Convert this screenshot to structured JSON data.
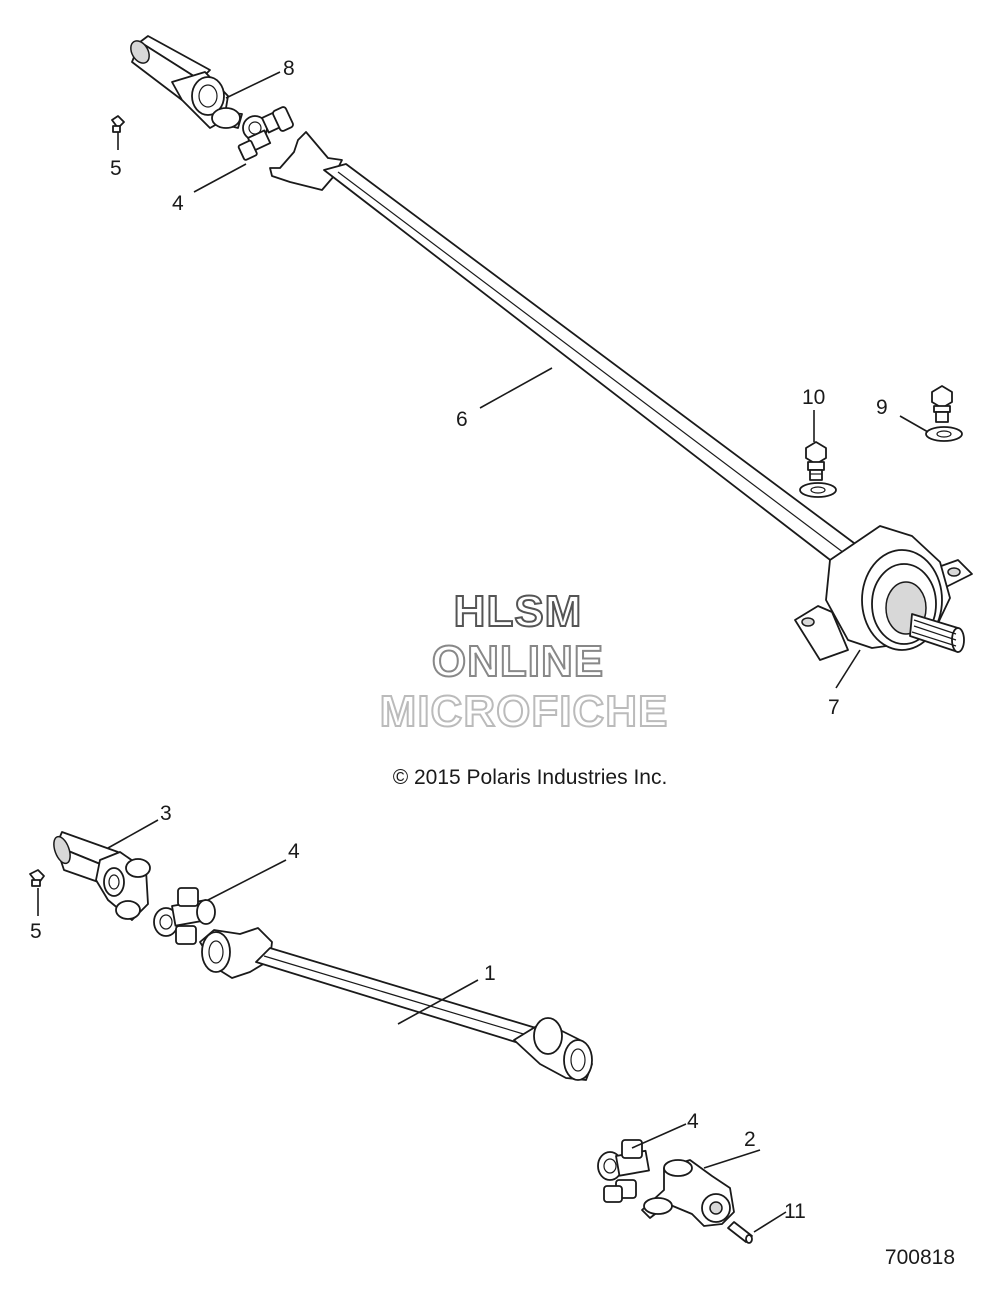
{
  "watermark": {
    "line1": "HLSM",
    "line2": "ONLINE",
    "line3": "MICROFICHE",
    "line1_color": "#555555",
    "line2_color": "#888888",
    "line3_color": "#bbbbbb"
  },
  "copyright": "© 2015 Polaris Industries Inc.",
  "figure_number": "700818",
  "callouts": {
    "c8": "8",
    "c5_top": "5",
    "c4_top": "4",
    "c6": "6",
    "c10": "10",
    "c9": "9",
    "c7": "7",
    "c3": "3",
    "c4_mid": "4",
    "c5_bottom": "5",
    "c1": "1",
    "c4_bottom": "4",
    "c2": "2",
    "c11": "11"
  }
}
